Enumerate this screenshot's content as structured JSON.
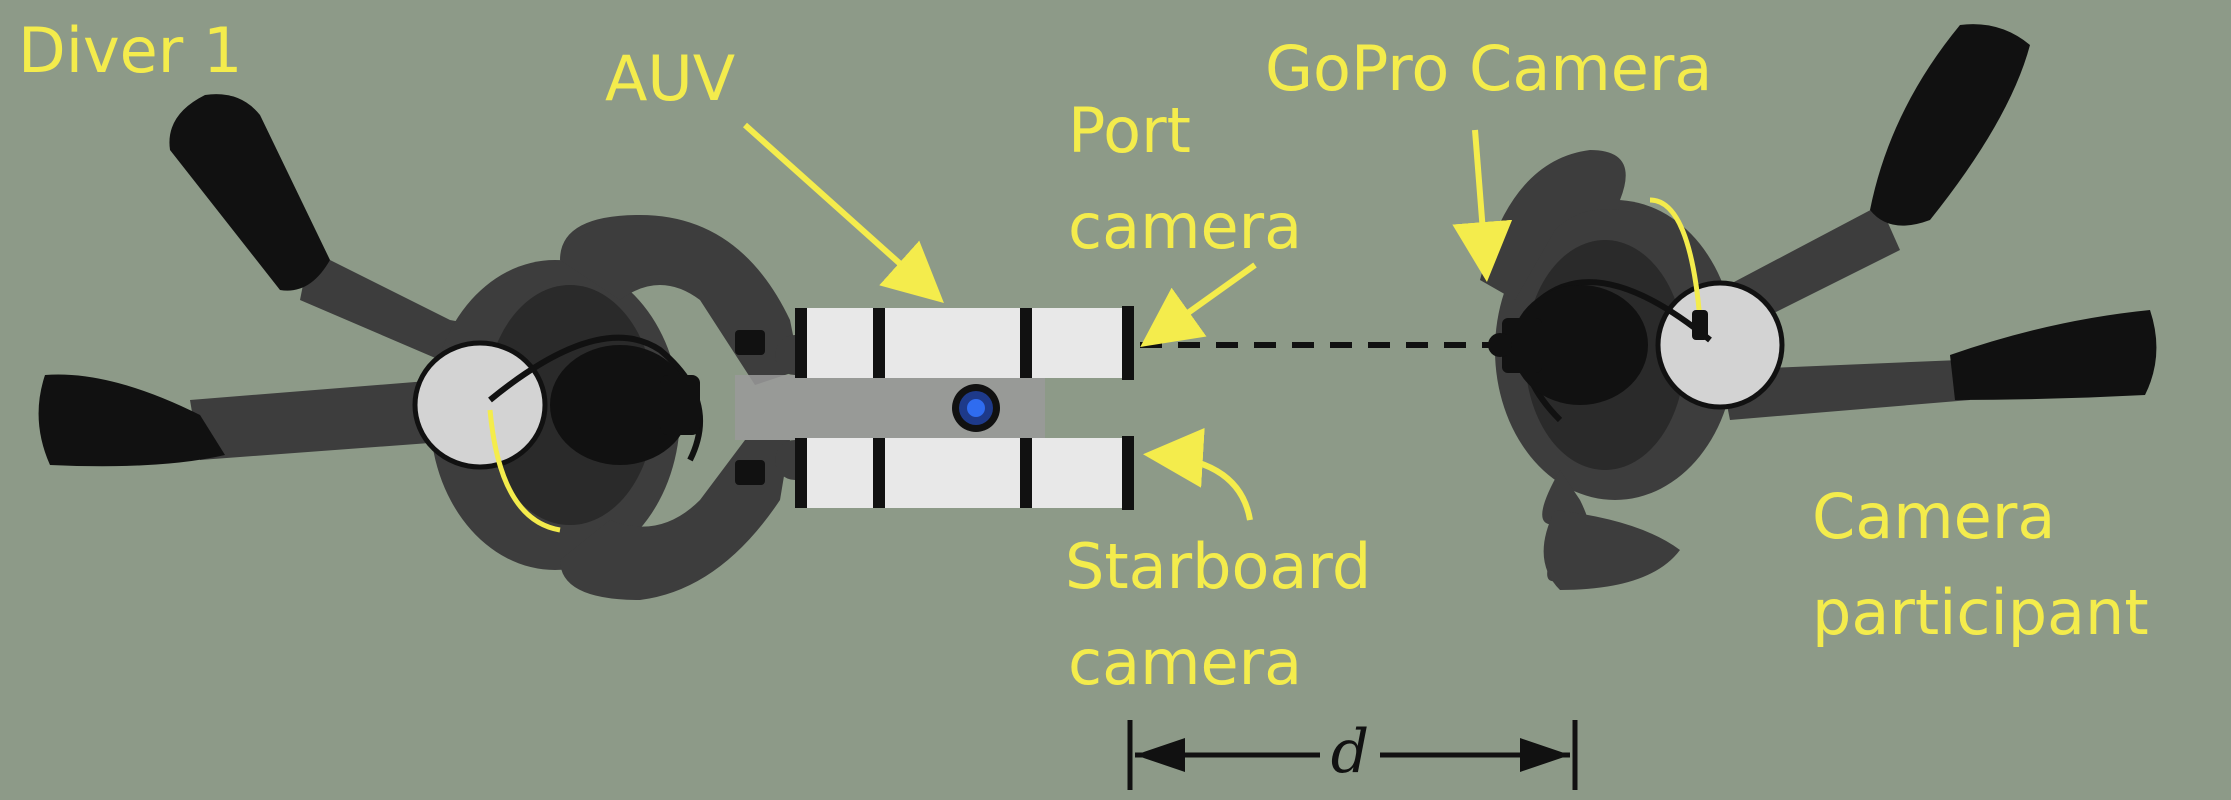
{
  "labels": {
    "diver1": "Diver 1",
    "auv": "AUV",
    "port_l1": "Port",
    "port_l2": "camera",
    "gopro": "GoPro Camera",
    "starboard_l1": "Starboard",
    "starboard_l2": "camera",
    "participant_l1": "Camera",
    "participant_l2": "participant",
    "distance": "d"
  },
  "colors": {
    "water": "#8d9a88",
    "label": "#f4ec4c",
    "diver_body": "#3d3d3d",
    "diver_dark": "#111111",
    "auv_tube": "#e8e8e8",
    "auv_frame": "#9a9a9a",
    "tank": "#d3d3d3",
    "thruster_ring": "#1e3a8a",
    "thruster_core": "#2f6cf0"
  },
  "icons": {
    "auv": "auv-icon",
    "diver": "diver-icon",
    "arrow": "arrow-icon"
  }
}
